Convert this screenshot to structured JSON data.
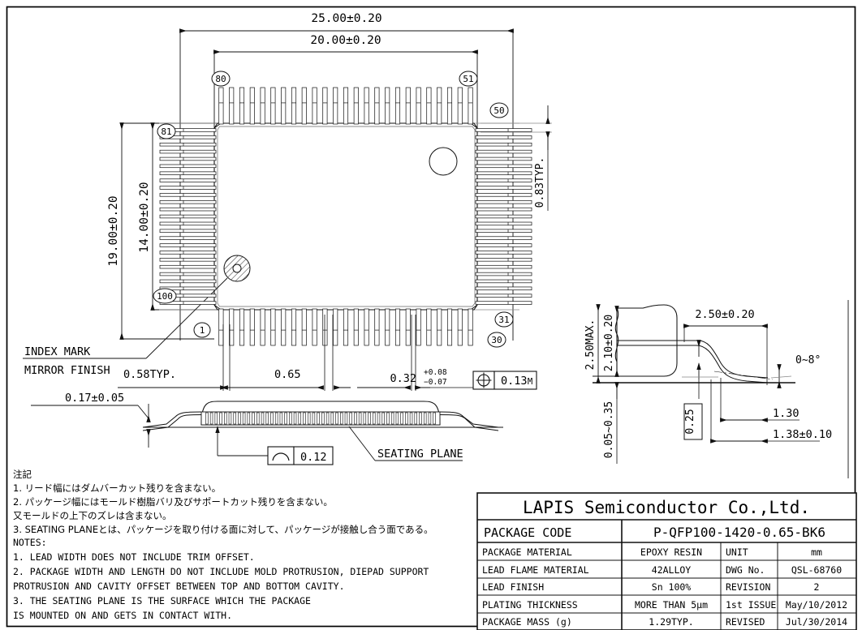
{
  "drawing": {
    "title": "QFP100 Package Outline Drawing",
    "border_color": "#000000",
    "line_color": "#1a1a1a",
    "lead_fill": "#9a9a9a"
  },
  "top_view": {
    "dim_overall_width": "25.00±0.20",
    "dim_body_width": "20.00±0.20",
    "dim_overall_height": "19.00±0.20",
    "dim_body_height": "14.00±0.20",
    "dim_lead_to_edge": "0.83TYP.",
    "pin_callouts": [
      {
        "id": "pin-80",
        "label": "80"
      },
      {
        "id": "pin-51",
        "label": "51"
      },
      {
        "id": "pin-50",
        "label": "50"
      },
      {
        "id": "pin-81",
        "label": "81"
      },
      {
        "id": "pin-100",
        "label": "100"
      },
      {
        "id": "pin-1",
        "label": "1"
      },
      {
        "id": "pin-31",
        "label": "31"
      },
      {
        "id": "pin-30",
        "label": "30"
      }
    ],
    "index_mark_label": "INDEX MARK",
    "mirror_finish_label": "MIRROR FINISH"
  },
  "bottom_dims": {
    "lead_offset": "0.58TYP.",
    "pitch": "0.65",
    "lead_width": "0.32",
    "lead_width_tol_upper": "+0.08",
    "lead_width_tol_lower": "−0.07",
    "gdt_symbol": "position-symbol",
    "gdt_value": "0.13",
    "gdt_modifier": "M",
    "coplanarity_symbol": "profile-symbol",
    "coplanarity_value": "0.12",
    "stand_off": "0.17±0.05",
    "seating_plane_label": "SEATING PLANE"
  },
  "detail_view": {
    "total_height": "2.50MAX.",
    "body_height": "2.10±0.20",
    "lead_length_total": "2.50±0.20",
    "stand_off_range": "0.05~0.35",
    "lead_thickness": "0.25",
    "foot_length": "1.30",
    "foot_length_tol": "1.38±0.10",
    "lead_angle": "0~8°"
  },
  "notes_jp": {
    "heading": "注記",
    "lines": [
      "1. リード幅にはダムバーカット残りを含まない。",
      "2. パッケージ幅にはモールド樹脂バリ及びサポートカット残りを含まない。",
      "   又モールドの上下のズレは含まない。",
      "3. SEATING PLANEとは、パッケージを取り付ける面に対して、パッケージが接触し合う面である。"
    ]
  },
  "notes_en": {
    "heading": "NOTES:",
    "lines": [
      "1.  LEAD WIDTH DOES NOT INCLUDE TRIM OFFSET.",
      "2.  PACKAGE WIDTH AND LENGTH DO NOT INCLUDE MOLD PROTRUSION,  DIEPAD SUPPORT",
      "     PROTRUSION AND CAVITY OFFSET BETWEEN TOP AND BOTTOM CAVITY.",
      "3.  THE SEATING PLANE IS THE SURFACE WHICH THE PACKAGE",
      "     IS MOUNTED ON AND GETS IN CONTACT WITH."
    ]
  },
  "title_block": {
    "company": "LAPIS Semiconductor Co.,Ltd.",
    "package_code_label": "PACKAGE CODE",
    "package_code_value": "P-QFP100-1420-0.65-BK6",
    "rows": [
      {
        "label": "PACKAGE MATERIAL",
        "value": "EPOXY RESIN",
        "label2": "UNIT",
        "value2": "mm"
      },
      {
        "label": "LEAD FLAME MATERIAL",
        "value": "42ALLOY",
        "label2": "DWG No.",
        "value2": "QSL-68760"
      },
      {
        "label": "LEAD FINISH",
        "value": "Sn 100%",
        "label2": "REVISION",
        "value2": "2"
      },
      {
        "label": "PLATING THICKNESS",
        "value": "MORE THAN 5μm",
        "label2": "1st ISSUE",
        "value2": "May/10/2012"
      },
      {
        "label": "PACKAGE MASS (g)",
        "value": "1.29TYP.",
        "label2": "REVISED",
        "value2": "Jul/30/2014"
      }
    ]
  }
}
